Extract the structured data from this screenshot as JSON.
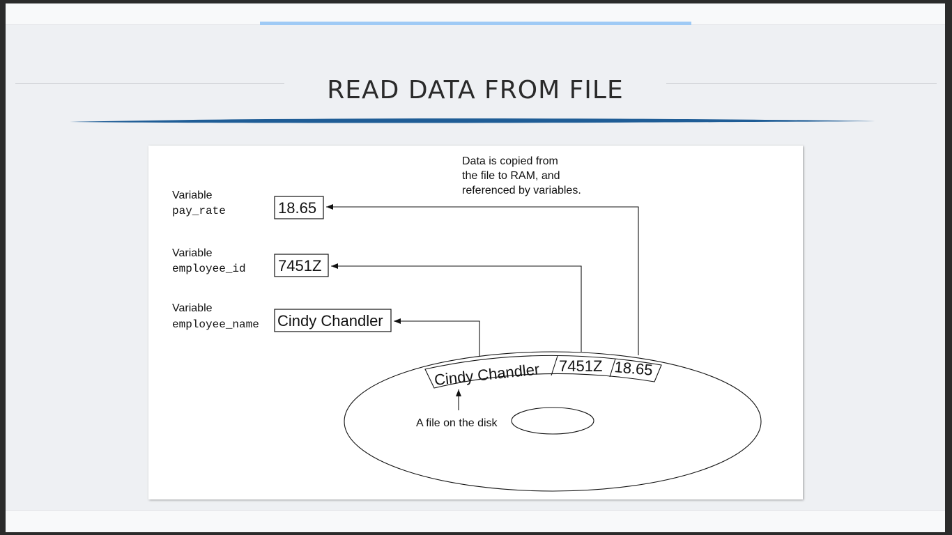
{
  "slide": {
    "title": "READ DATA FROM FILE",
    "colors": {
      "accent_bar": "#9fcaf5",
      "swoosh": "#1f5d96",
      "background": "#eef0f3"
    }
  },
  "diagram": {
    "caption_lines": [
      "Data is copied from",
      "the file to RAM, and",
      "referenced by variables."
    ],
    "variables": [
      {
        "label": "Variable",
        "name": "pay_rate",
        "value": "18.65"
      },
      {
        "label": "Variable",
        "name": "employee_id",
        "value": "7451Z"
      },
      {
        "label": "Variable",
        "name": "employee_name",
        "value": "Cindy Chandler"
      }
    ],
    "file_fields": [
      "Cindy Chandler",
      "7451Z",
      "18.65"
    ],
    "disk_label": "A file on the disk"
  }
}
